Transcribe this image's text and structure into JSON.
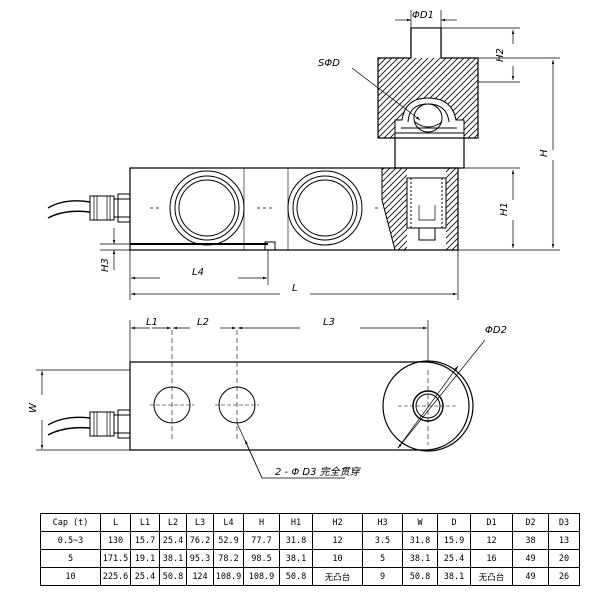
{
  "labels": {
    "d1": "ΦD1",
    "sd": "SΦD",
    "h2": "H2",
    "h": "H",
    "h1": "H1",
    "h3": "H3",
    "l4": "L4",
    "l": "L",
    "l1": "L1",
    "l2": "L2",
    "l3": "L3",
    "d2": "ΦD2",
    "w": "W",
    "holes_note": "2 - Φ D3 完全贯穿"
  },
  "table": {
    "headers": [
      "Cap (t)",
      "L",
      "L1",
      "L2",
      "L3",
      "L4",
      "H",
      "H1",
      "H2",
      "H3",
      "W",
      "D",
      "D1",
      "D2",
      "D3"
    ],
    "rows": [
      [
        "0.5~3",
        "130",
        "15.7",
        "25.4",
        "76.2",
        "52.9",
        "77.7",
        "31.8",
        "12",
        "3.5",
        "31.8",
        "15.9",
        "12",
        "38",
        "13"
      ],
      [
        "5",
        "171.5",
        "19.1",
        "38.1",
        "95.3",
        "78.2",
        "98.5",
        "38.1",
        "10",
        "5",
        "38.1",
        "25.4",
        "16",
        "49",
        "20"
      ],
      [
        "10",
        "225.6",
        "25.4",
        "50.8",
        "124",
        "108.9",
        "108.9",
        "50.8",
        "无凸台",
        "9",
        "50.8",
        "38.1",
        "无凸台",
        "49",
        "26"
      ]
    ]
  }
}
